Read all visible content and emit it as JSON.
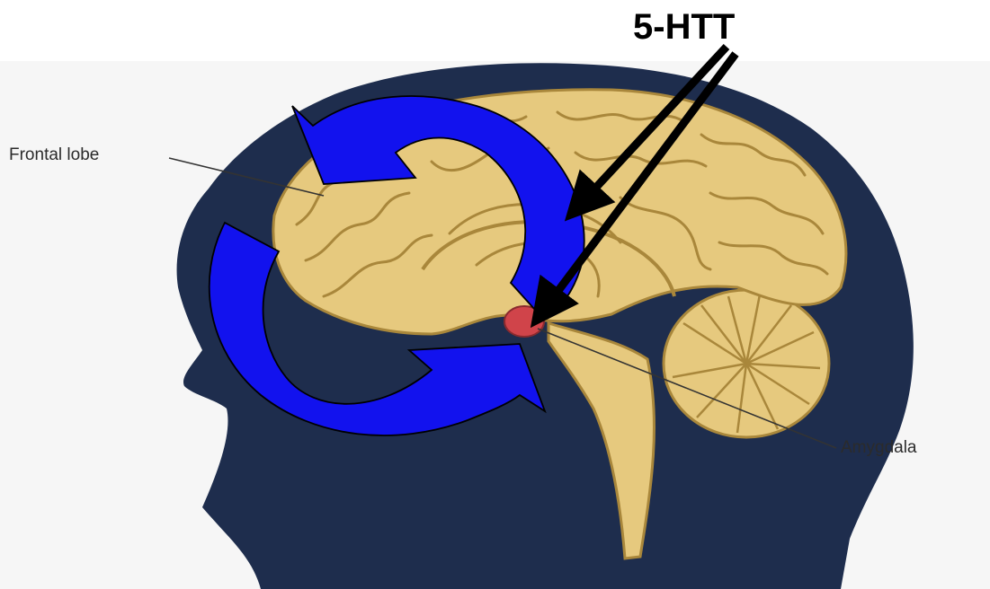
{
  "title": "5-HTT",
  "labels": {
    "frontal_lobe": "Frontal lobe",
    "amygdala": "Amygdala"
  },
  "colors": {
    "head_silhouette": "#1e2d4d",
    "brain": "#e6c97e",
    "brain_outline": "#a9873b",
    "amygdala": "#d0444a",
    "cycle_arrows": "#1212ee",
    "pointer_arrows": "#000000"
  }
}
